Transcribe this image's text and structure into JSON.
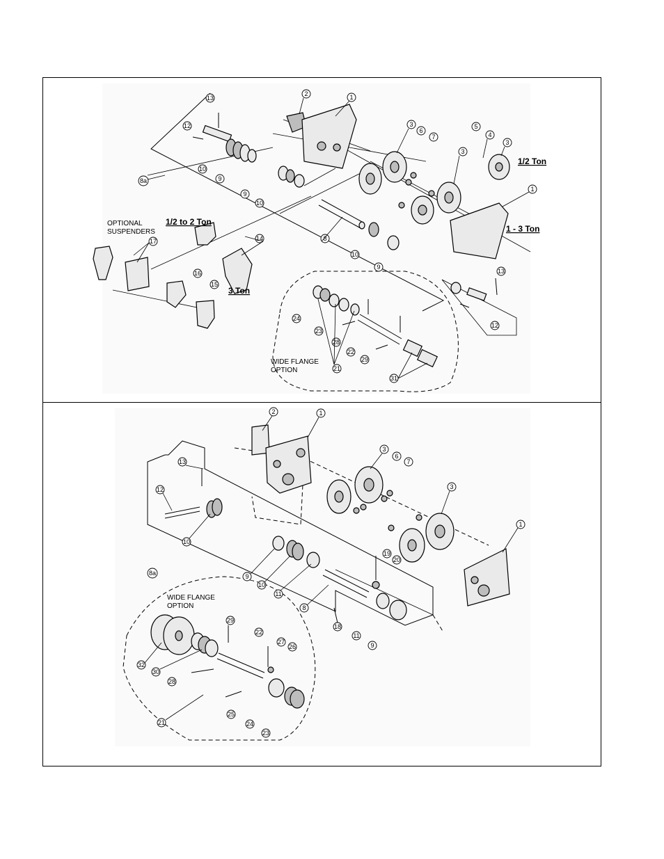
{
  "top_panel": {
    "callouts": [
      "1",
      "2",
      "3",
      "3",
      "3",
      "4",
      "5",
      "6",
      "7",
      "1",
      "8",
      "8a",
      "9",
      "9",
      "9",
      "10",
      "10",
      "10",
      "12",
      "13",
      "12",
      "13",
      "14",
      "15",
      "16",
      "17",
      "21",
      "22",
      "23",
      "24",
      "28",
      "29",
      "31"
    ],
    "labels": {
      "half_ton": "1/2 Ton",
      "one_three_ton": "1 - 3 Ton",
      "half_two_ton": "1/2 to 2 Ton",
      "three_ton": "3 Ton",
      "optional_line1": "OPTIONAL",
      "optional_line2": "SUSPENDERS",
      "wide_flange_line1": "WIDE FLANGE",
      "wide_flange_line2": "OPTION"
    }
  },
  "bottom_panel": {
    "callouts": [
      "2",
      "1",
      "3",
      "6",
      "7",
      "3",
      "1",
      "13",
      "12",
      "10",
      "8a",
      "9",
      "10",
      "11",
      "8",
      "19",
      "20",
      "18",
      "11",
      "9",
      "29",
      "22",
      "27",
      "26",
      "32",
      "30",
      "28",
      "25",
      "24",
      "23",
      "21"
    ],
    "labels": {
      "wide_flange_line1": "WIDE FLANGE",
      "wide_flange_line2": "OPTION"
    }
  }
}
